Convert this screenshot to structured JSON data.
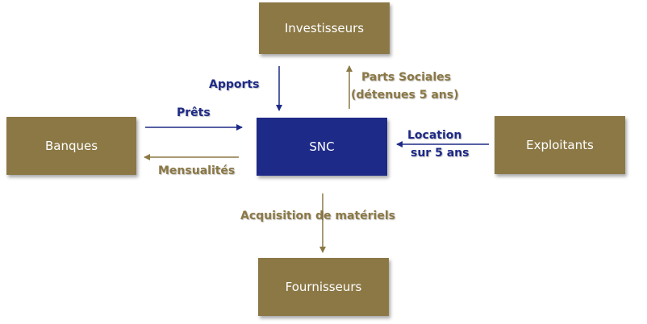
{
  "colors": {
    "gold": "#8b7845",
    "navy": "#1e2a87"
  },
  "nodes": {
    "investisseurs": "Investisseurs",
    "banques": "Banques",
    "snc": "SNC",
    "exploitants": "Exploitants",
    "fournisseurs": "Fournisseurs"
  },
  "labels": {
    "apports": "Apports",
    "parts_line1": "Parts Sociales",
    "parts_line2": "(détenues 5 ans)",
    "prets": "Prêts",
    "mensualites": "Mensualités",
    "location_line1": "Location",
    "location_line2": "sur 5 ans",
    "acquisition": "Acquisition de matériels"
  }
}
